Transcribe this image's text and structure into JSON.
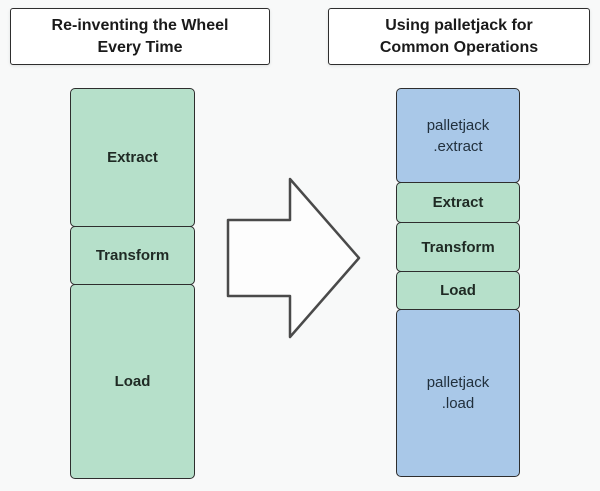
{
  "diagram": {
    "left": {
      "title": "Re-inventing the Wheel\nEvery Time",
      "blocks": [
        {
          "label": "Extract",
          "type": "step"
        },
        {
          "label": "Transform",
          "type": "step"
        },
        {
          "label": "Load",
          "type": "step"
        }
      ]
    },
    "right": {
      "title": "Using palletjack for\nCommon Operations",
      "blocks": [
        {
          "label": "palletjack\n.extract",
          "type": "palletjack"
        },
        {
          "label": "Extract",
          "type": "step"
        },
        {
          "label": "Transform",
          "type": "step"
        },
        {
          "label": "Load",
          "type": "step"
        },
        {
          "label": "palletjack\n.load",
          "type": "palletjack"
        }
      ]
    },
    "arrow_direction": "right"
  },
  "colors": {
    "step_green": "#b6e0ca",
    "palletjack_blue": "#a9c8e8",
    "border": "#2e2e2e",
    "background": "#f8f9f9",
    "title_background": "#ffffff"
  }
}
